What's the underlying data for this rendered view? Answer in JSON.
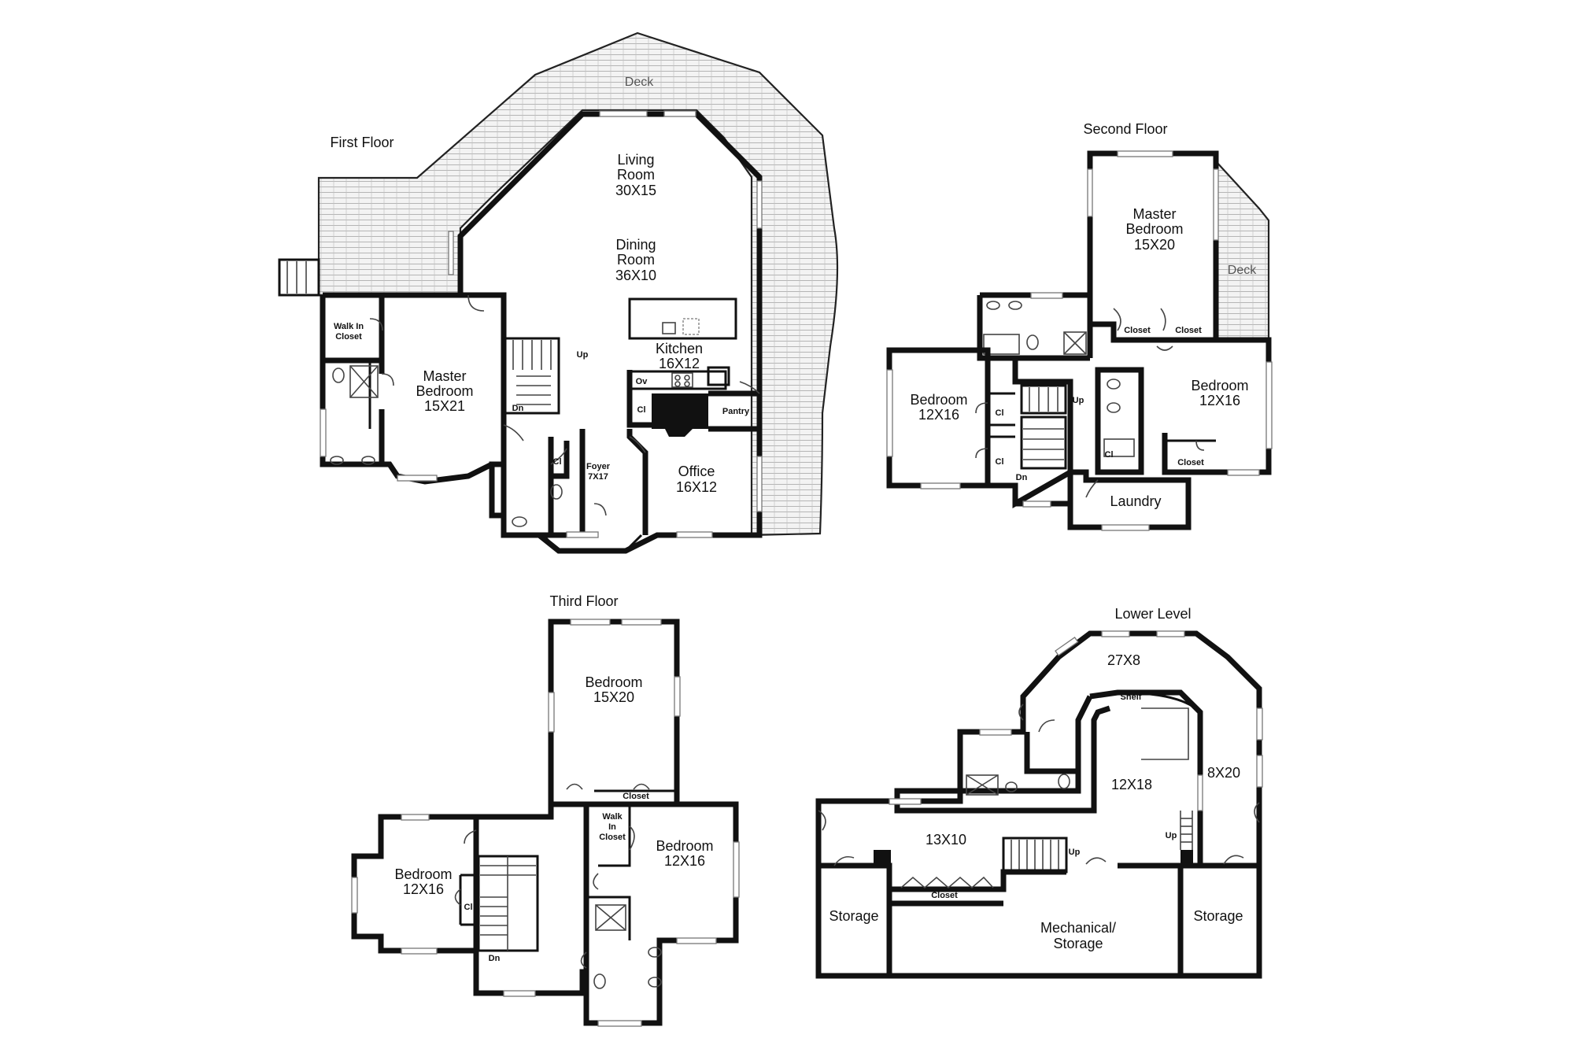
{
  "floors": {
    "first": {
      "title": "First Floor"
    },
    "second": {
      "title": "Second Floor"
    },
    "third": {
      "title": "Third Floor"
    },
    "lower": {
      "title": "Lower Level"
    }
  },
  "first": {
    "deck": "Deck",
    "living": [
      "Living",
      "Room",
      "30X15"
    ],
    "dining": [
      "Dining",
      "Room",
      "36X10"
    ],
    "kitchen": [
      "Kitchen",
      "16X12"
    ],
    "master": [
      "Master",
      "Bedroom",
      "15X21"
    ],
    "walkin": [
      "Walk In",
      "Closet"
    ],
    "foyer": [
      "Foyer",
      "7X17"
    ],
    "office": [
      "Office",
      "16X12"
    ],
    "pantry": "Pantry",
    "oven": "Ov",
    "cl1": "Cl",
    "cl2": "Cl",
    "up": "Up",
    "dn": "Dn"
  },
  "second": {
    "deck": "Deck",
    "master": [
      "Master",
      "Bedroom",
      "15X20"
    ],
    "bedroomA": [
      "Bedroom",
      "12X16"
    ],
    "bedroomB": [
      "Bedroom",
      "12X16"
    ],
    "closet1": "Closet",
    "closet2": "Closet",
    "closet3": "Closet",
    "cl1": "Cl",
    "cl2": "Cl",
    "cl3": "Cl",
    "laundry": "Laundry",
    "up": "Up",
    "dn": "Dn"
  },
  "third": {
    "bedroomTop": [
      "Bedroom",
      "15X20"
    ],
    "bedroomLeft": [
      "Bedroom",
      "12X16"
    ],
    "bedroomRight": [
      "Bedroom",
      "12X16"
    ],
    "walkin": [
      "Walk",
      "In",
      "Closet"
    ],
    "closet": "Closet",
    "cl": "Cl",
    "dn": "Dn"
  },
  "lower": {
    "roomTop": "27X8",
    "shelf": "Shelf",
    "room12": "12X18",
    "room8": "8X20",
    "room13": "13X10",
    "closet": "Closet",
    "storageLeft": "Storage",
    "storageRight": "Storage",
    "mech": [
      "Mechanical/",
      "Storage"
    ],
    "up1": "Up",
    "up2": "Up"
  }
}
